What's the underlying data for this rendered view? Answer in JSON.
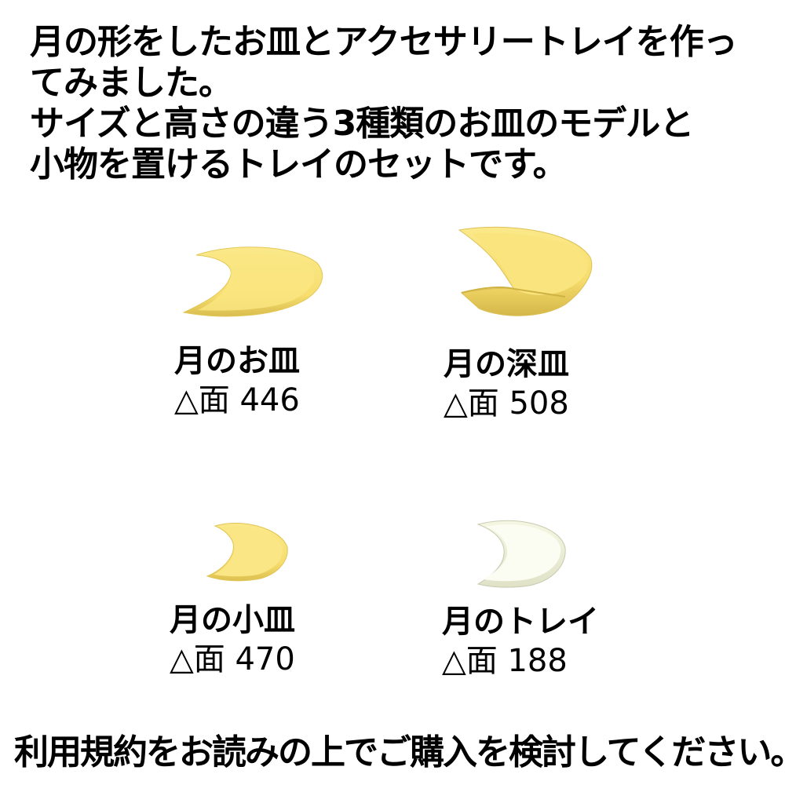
{
  "intro": {
    "lines": [
      "月の形をしたお皿とアクセサリートレイを作っ",
      "てみました。",
      "サイズと高さの違う3種類のお皿のモデルと",
      "小物を置けるトレイのセットです。"
    ]
  },
  "items": [
    {
      "name": "月のお皿",
      "faces": "△面 446",
      "color": "#f7e27a",
      "icon": "crescent-plate-icon"
    },
    {
      "name": "月の深皿",
      "faces": "△面 508",
      "color": "#f7e27a",
      "icon": "crescent-deep-plate-icon"
    },
    {
      "name": "月の小皿",
      "faces": "△面 470",
      "color": "#f7e27a",
      "icon": "crescent-small-plate-icon"
    },
    {
      "name": "月のトレイ",
      "faces": "△面 188",
      "color": "#f4f6e0",
      "icon": "crescent-tray-icon"
    }
  ],
  "footer": "利用規約をお読みの上でご購入を検討してください。"
}
